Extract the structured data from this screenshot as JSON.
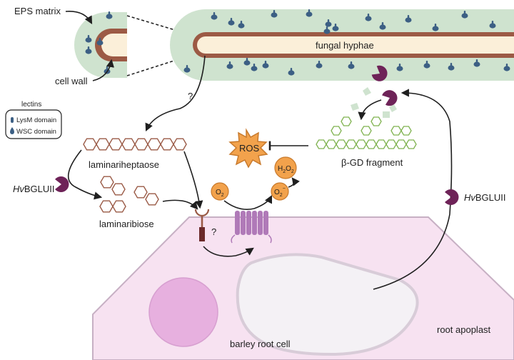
{
  "labels": {
    "eps_matrix": "EPS matrix",
    "cell_wall": "cell wall",
    "fungal_hyphae": "fungal hyphae",
    "question_top": "?",
    "question_receptor": "?",
    "lectins_title": "lectins",
    "lysm_domain": "LysM domain",
    "wsc_domain": "WSC domain",
    "laminariheptaose": "laminariheptaose",
    "laminaribiose": "laminaribiose",
    "bglu_left_prefix": "Hv",
    "bglu_left_suffix": "BGLUII",
    "bglu_right_prefix": "Hv",
    "bglu_right_suffix": "BGLUII",
    "ros": "ROS",
    "bgd_fragment": "β-GD fragment",
    "o2_left": "O",
    "o2_left_sub": "2",
    "o2_right": "O",
    "o2_right_sub": "2",
    "o2_right_sup": "−",
    "h2o2_h": "H",
    "h2o2_sub1": "2",
    "h2o2_o": "O",
    "h2o2_sub2": "2",
    "barley_root_cell": "barley root cell",
    "root_apoplast": "root apoplast"
  },
  "colors": {
    "eps_green": "#cfe3cf",
    "cell_wall_brown": "#9c5a45",
    "hypha_fill": "#fbefd9",
    "lectin_blue": "#3c5f84",
    "glucan_brown": "#9a5a46",
    "fragment_green": "#7fb24f",
    "enzyme_purple": "#6e2358",
    "ros_orange": "#f2a24c",
    "cell_pink": "#f7e2f1",
    "cell_outline": "#c7b0c4",
    "nucleus": "#e7b0df",
    "vacuole": "#f4f1f5",
    "receptor_purple": "#b07ab8"
  }
}
